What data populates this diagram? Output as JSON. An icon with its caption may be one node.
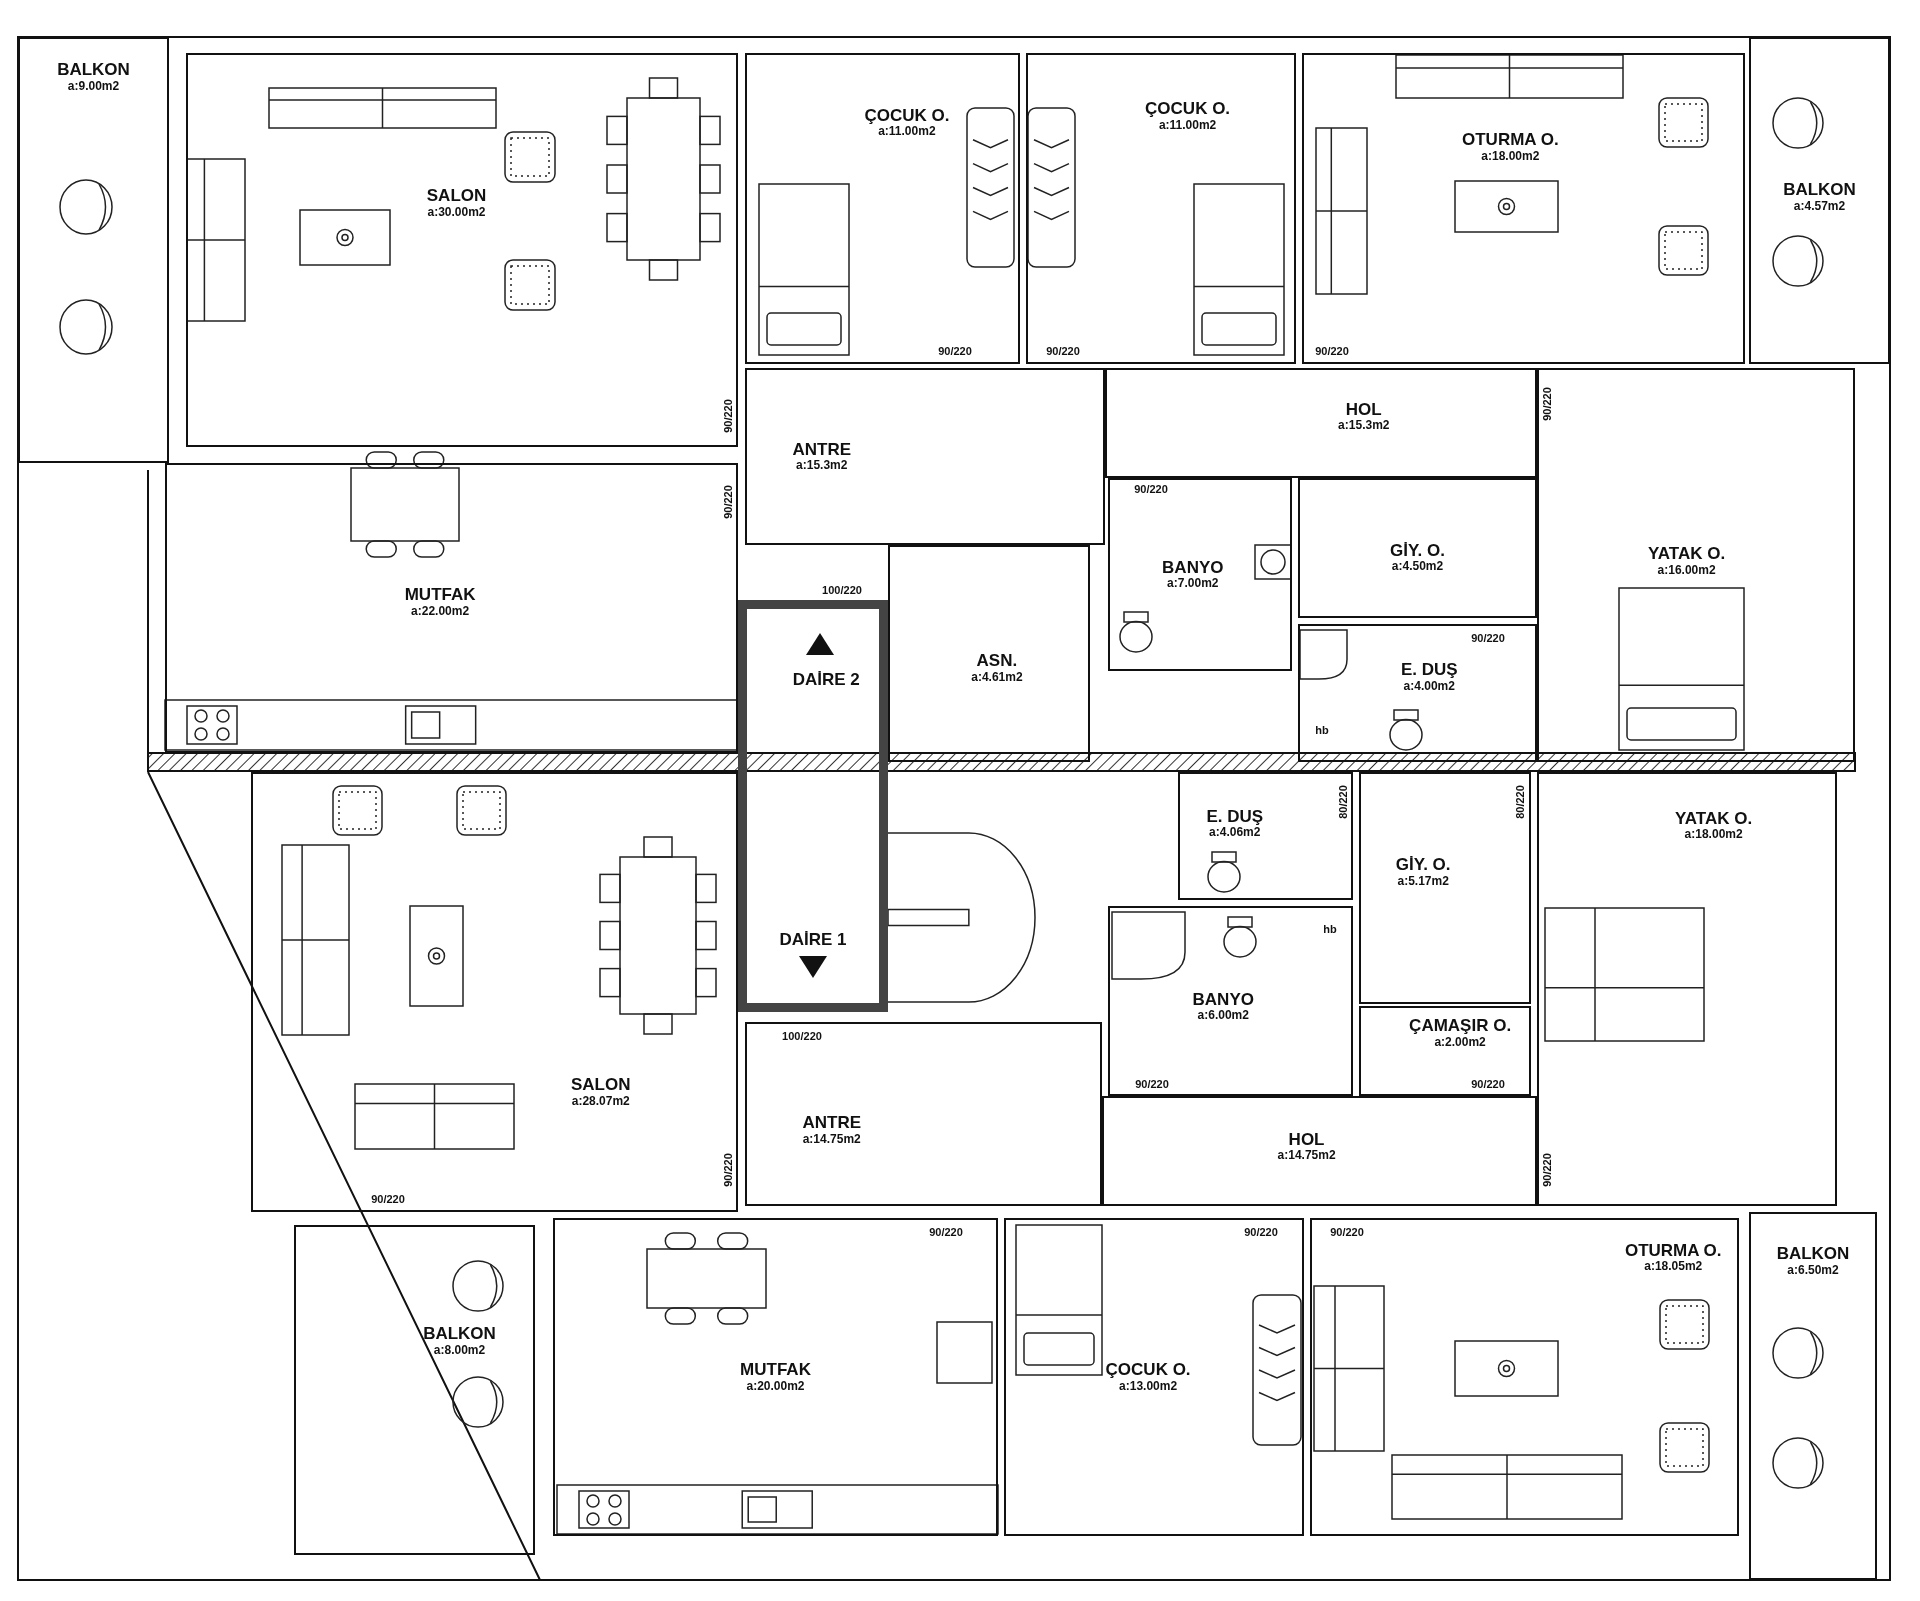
{
  "diagram": {
    "nodes": [
      {
        "text": [
          "BALKON",
          "a:9.00m2"
        ]
      },
      {
        "text": [
          "SALON",
          "a:30.00m2"
        ]
      },
      {
        "text": [
          "ÇOCUK O.",
          "a:11.00m2"
        ]
      },
      {
        "text": [
          "ÇOCUK O.",
          "a:11.00m2"
        ]
      },
      {
        "text": [
          "OTURMA O.",
          "a:18.00m2"
        ]
      },
      {
        "text": [
          "BALKON",
          "a:4.57m2"
        ]
      },
      {
        "text": [
          "ANTRE",
          "a:15.3m2"
        ]
      },
      {
        "text": [
          "HOL",
          "a:15.3m2"
        ]
      },
      {
        "text": [
          "MUTFAK",
          "a:22.00m2"
        ]
      },
      {
        "text": [
          "BANYO",
          "a:7.00m2"
        ]
      },
      {
        "text": [
          "GİY. O.",
          "a:4.50m2"
        ]
      },
      {
        "text": [
          "YATAK O.",
          "a:16.00m2"
        ]
      },
      {
        "text": [
          "DAİRE 2",
          "DAİRE 1"
        ]
      },
      {
        "text": [
          "ASN.",
          "a:4.61m2"
        ]
      },
      {
        "text": [
          "E. DUŞ",
          "a:4.00m2"
        ]
      },
      {
        "text": [
          "E. DUŞ",
          "a:4.06m2"
        ]
      },
      {
        "text": [
          "GİY. O.",
          "a:5.17m2"
        ]
      },
      {
        "text": [
          "YATAK O.",
          "a:18.00m2"
        ]
      },
      {
        "text": [
          "BANYO",
          "a:6.00m2"
        ]
      },
      {
        "text": [
          "ÇAMAŞIR O.",
          "a:2.00m2"
        ]
      },
      {
        "text": [
          "SALON",
          "a:28.07m2"
        ]
      },
      {
        "text": [
          "ANTRE",
          "a:14.75m2"
        ]
      },
      {
        "text": [
          "HOL",
          "a:14.75m2"
        ]
      },
      {
        "text": [
          "BALKON",
          "a:8.00m2"
        ]
      },
      {
        "text": [
          "MUTFAK",
          "a:20.00m2"
        ]
      },
      {
        "text": [
          "ÇOCUK O.",
          "a:13.00m2"
        ]
      },
      {
        "text": [
          "OTURMA O.",
          "a:18.05m2"
        ]
      },
      {
        "text": [
          "BALKON",
          "a:6.50m2"
        ]
      }
    ],
    "labels": [
      "90/220",
      "90/220",
      "90/220",
      "90/220",
      "90/220",
      "90/220",
      "90/220",
      "100/220",
      "90/220",
      "hb",
      "80/220",
      "80/220",
      "hb",
      "100/220",
      "90/220",
      "90/220",
      "90/220",
      "90/220",
      "90/220",
      "90/220",
      "90/220",
      "90/220"
    ]
  }
}
